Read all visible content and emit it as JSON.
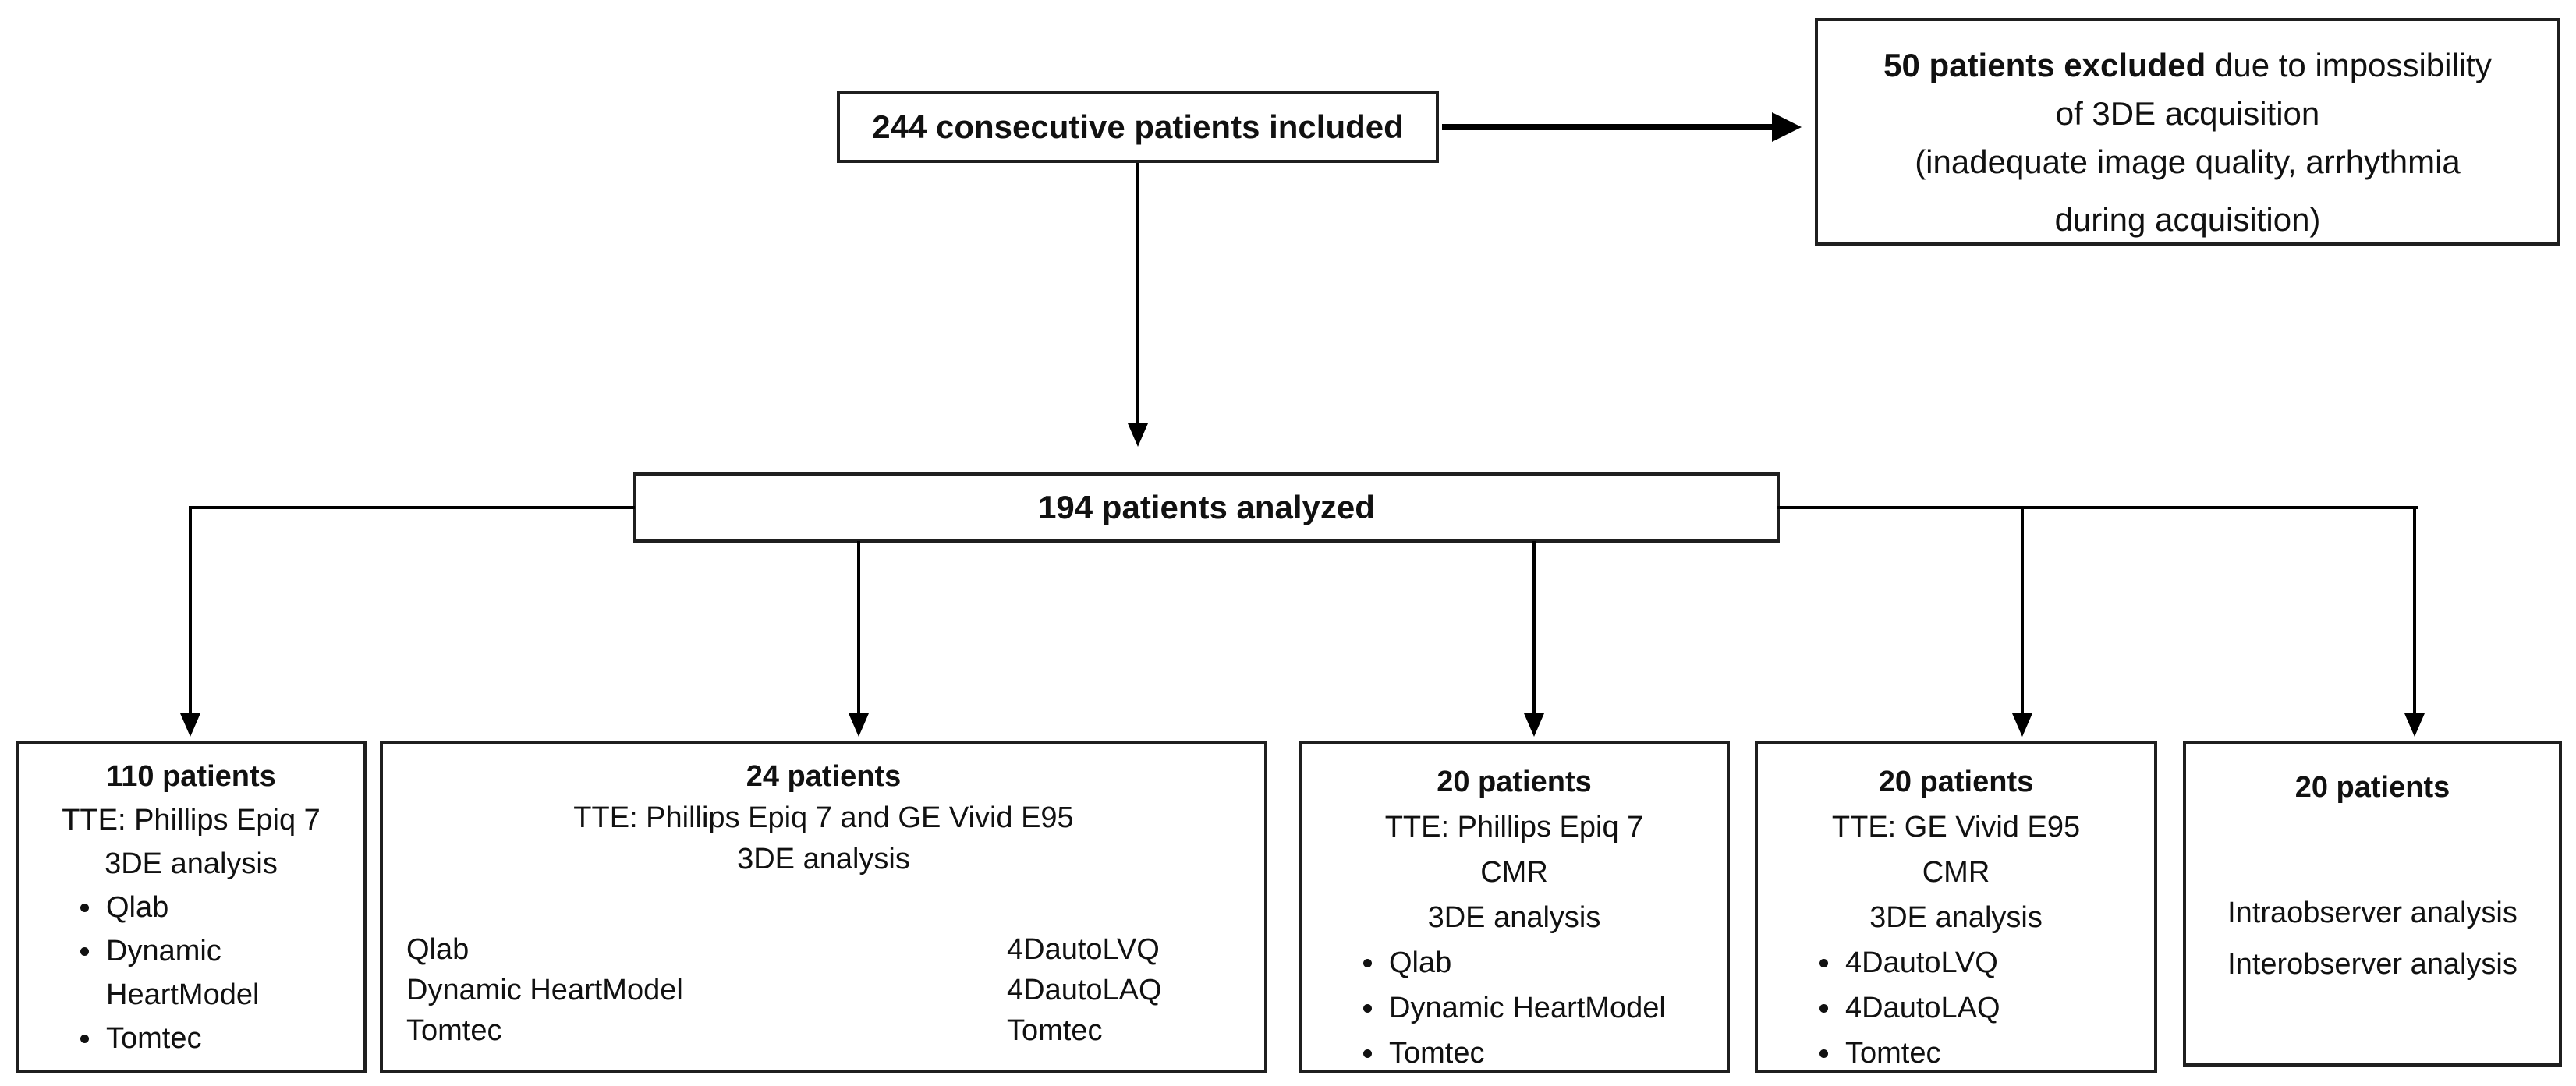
{
  "diagram": {
    "included_box": {
      "text": "244 consecutive patients included"
    },
    "excluded_box": {
      "line1_bold": "50 patients excluded",
      "line1_rest": " due to impossibility",
      "line2": "of 3DE acquisition",
      "line3": "(inadequate image quality, arrhythmia",
      "line4": "during acquisition)"
    },
    "analyzed_box": {
      "text": "194 patients analyzed"
    },
    "groups": [
      {
        "header": "110 patients",
        "lines": [
          "TTE: Phillips Epiq 7",
          "3DE analysis"
        ],
        "bullets": [
          "Qlab",
          "Dynamic HeartModel",
          "Tomtec"
        ]
      },
      {
        "header": "24 patients",
        "lines": [
          "TTE: Phillips Epiq 7 and GE Vivid E95",
          "3DE analysis"
        ],
        "left_column": [
          "Qlab",
          "Dynamic HeartModel",
          "Tomtec"
        ],
        "right_column": [
          "4DautoLVQ",
          "4DautoLAQ",
          "Tomtec"
        ]
      },
      {
        "header": "20 patients",
        "lines": [
          "TTE: Phillips Epiq 7",
          "CMR",
          "3DE analysis"
        ],
        "bullets": [
          "Qlab",
          "Dynamic HeartModel",
          "Tomtec"
        ]
      },
      {
        "header": "20 patients",
        "lines": [
          "TTE: GE Vivid E95",
          "CMR",
          "3DE analysis"
        ],
        "bullets": [
          "4DautoLVQ",
          "4DautoLAQ",
          "Tomtec"
        ]
      },
      {
        "header": "20 patients",
        "lines": [
          "Intraobserver analysis",
          "Interobserver analysis"
        ]
      }
    ],
    "colors": {
      "background": "#ffffff",
      "box_border": "#1f1f1f",
      "connector": "#000000",
      "text": "#111111"
    }
  }
}
